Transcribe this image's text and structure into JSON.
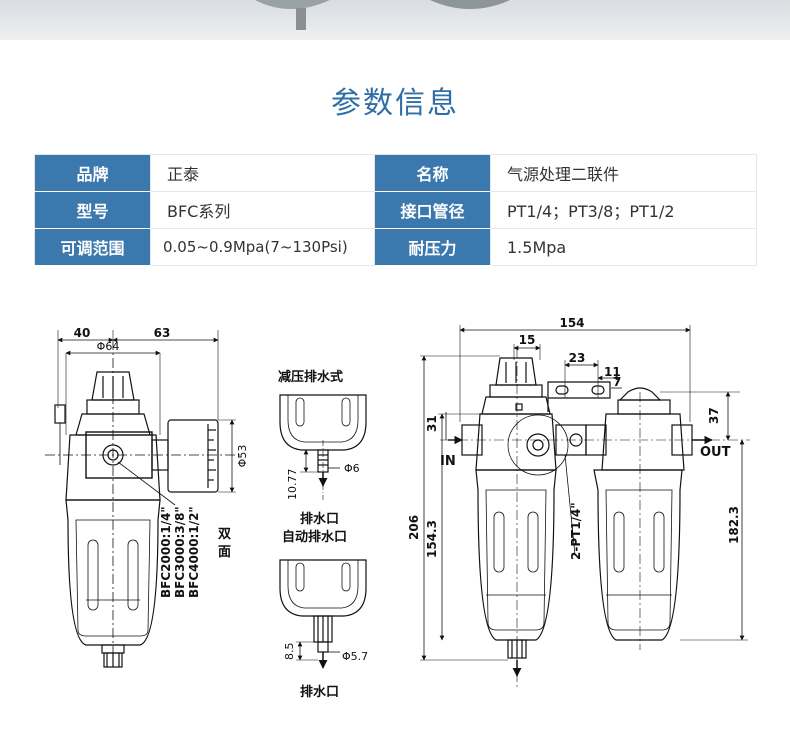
{
  "title": "参数信息",
  "specs": [
    {
      "k1": "品牌",
      "v1": "正泰",
      "k2": "名称",
      "v2": "气源处理二联件"
    },
    {
      "k1": "型号",
      "v1": "BFC系列",
      "k2": "接口管径",
      "v2": "PT1/4；PT3/8；PT1/2"
    },
    {
      "k1": "可调范围",
      "v1": "0.05~0.9Mpa(7~130Psi)",
      "k2": "耐压力",
      "v2": "1.5Mpa"
    }
  ],
  "drawing_left": {
    "dim_40": "40",
    "dim_63": "63",
    "dim_phi64": "Φ64",
    "dim_phi53": "Φ53",
    "models": [
      "BFC2000:1/4\"",
      "BFC3000:3/8\"",
      "BFC4000:1/2\""
    ],
    "double_side": [
      "双",
      "面"
    ]
  },
  "drawing_mid": {
    "manual_title": "减压排水式",
    "dim_10_77": "10.77",
    "dim_phi6": "Φ6",
    "drain_label": "排水口",
    "auto_title": "自动排水口",
    "dim_8_5": "8.5",
    "dim_phi5_7": "Φ5.7",
    "drain_label2": "排水口"
  },
  "drawing_right": {
    "dim_154_top": "154",
    "dim_15": "15",
    "dim_23": "23",
    "dim_11": "11",
    "dim_7": "7",
    "dim_31": "31",
    "dim_37": "37",
    "in": "IN",
    "out": "OUT",
    "dim_206": "206",
    "dim_154_3": "154.3",
    "dim_182_3": "182.3",
    "port": "2-PT1/4\""
  }
}
